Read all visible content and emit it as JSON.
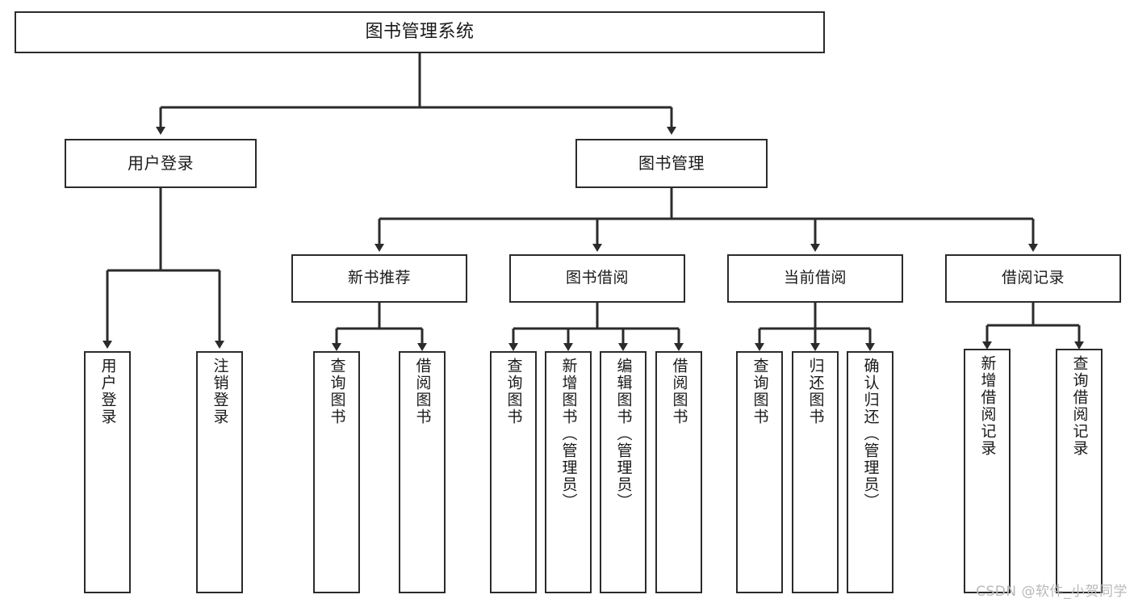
{
  "diagram": {
    "title": "图书管理系统",
    "type": "tree-structure-chart",
    "line_color": "#2b2b2b",
    "box_fill": "#ffffff",
    "text_color": "#1a1a1a",
    "watermark": "CSDN @软件_小贺同学",
    "nodes": {
      "root": {
        "label": "图书管理系统"
      },
      "level1": [
        {
          "label": "用户登录"
        },
        {
          "label": "图书管理"
        }
      ],
      "level2": [
        {
          "label": "新书推荐"
        },
        {
          "label": "图书借阅"
        },
        {
          "label": "当前借阅"
        },
        {
          "label": "借阅记录"
        }
      ],
      "leaves": {
        "user_login": [
          {
            "label": "用户登录"
          },
          {
            "label": "注销登录"
          }
        ],
        "new_book_recommend": [
          {
            "label": "查询图书"
          },
          {
            "label": "借阅图书"
          }
        ],
        "book_borrow": [
          {
            "label": "查询图书"
          },
          {
            "label": "新增图书（管理员）"
          },
          {
            "label": "编辑图书（管理员）"
          },
          {
            "label": "借阅图书"
          }
        ],
        "current_borrow": [
          {
            "label": "查询图书"
          },
          {
            "label": "归还图书"
          },
          {
            "label": "确认归还（管理员）"
          }
        ],
        "borrow_record": [
          {
            "label": "新增借阅记录"
          },
          {
            "label": "查询借阅记录"
          }
        ]
      }
    }
  }
}
